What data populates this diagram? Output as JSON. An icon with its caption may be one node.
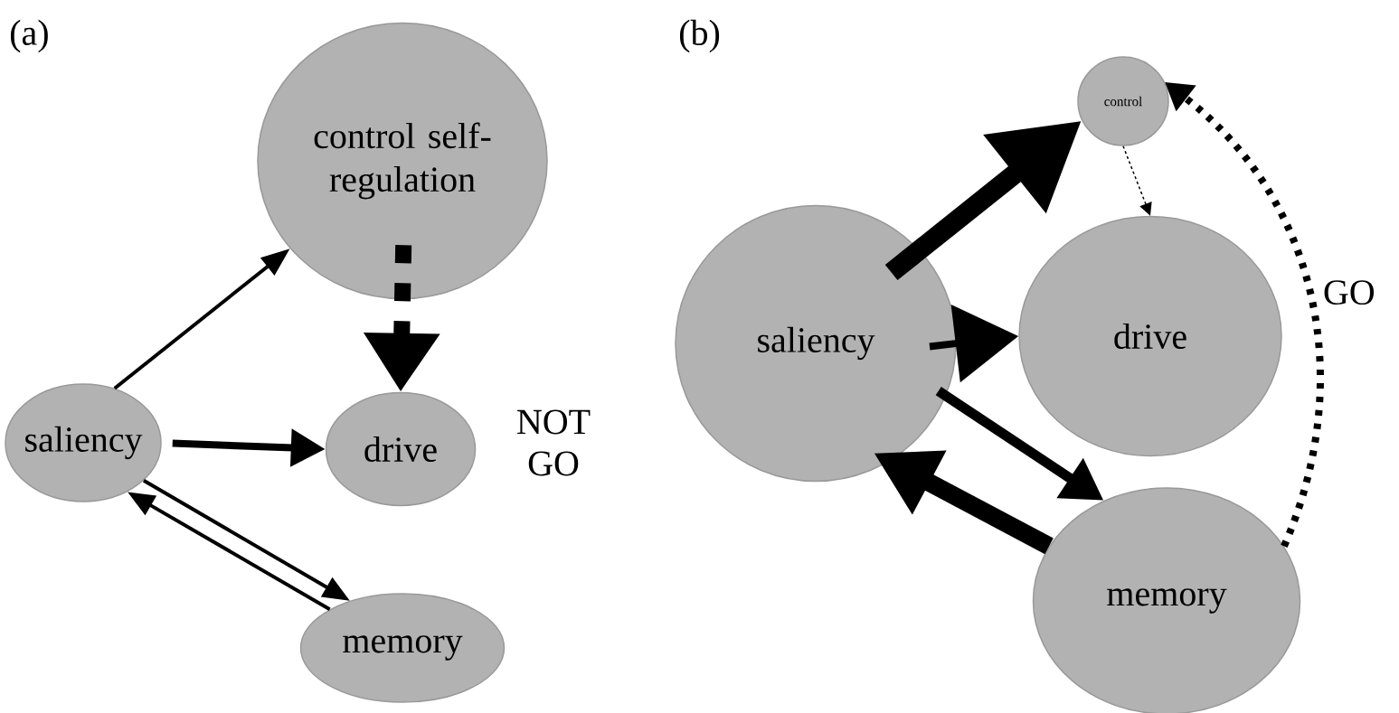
{
  "diagram": {
    "nodes": [
      {
        "text": [
          "control self-regulation"
        ]
      },
      {
        "text": [
          "saliency"
        ]
      },
      {
        "text": [
          "drive"
        ]
      },
      {
        "text": [
          "memory"
        ]
      },
      {
        "text": [
          "control"
        ]
      },
      {
        "text": [
          "saliency"
        ]
      },
      {
        "text": [
          "drive"
        ]
      },
      {
        "text": [
          "memory"
        ]
      }
    ],
    "edges": [
      {
        "from": 1,
        "to": 0,
        "arrow": "to"
      },
      {
        "from": 1,
        "to": 2,
        "arrow": "to"
      },
      {
        "from": 0,
        "to": 2,
        "arrow": "to",
        "style": "dashed"
      },
      {
        "from": 1,
        "to": 3,
        "arrow": "to"
      },
      {
        "from": 3,
        "to": 1,
        "arrow": "to"
      },
      {
        "from": 5,
        "to": 4,
        "arrow": "to",
        "style": "thick"
      },
      {
        "from": 5,
        "to": 6,
        "arrow": "to"
      },
      {
        "from": 4,
        "to": 6,
        "arrow": "to",
        "style": "dashed"
      },
      {
        "from": 5,
        "to": 7,
        "arrow": "to"
      },
      {
        "from": 7,
        "to": 5,
        "arrow": "to",
        "style": "thick"
      },
      {
        "from": 7,
        "to": 4,
        "arrow": "to",
        "style": "dashed",
        "label": "GO"
      }
    ],
    "labels": [
      "(a)",
      "NOT GO",
      "(b)"
    ]
  }
}
